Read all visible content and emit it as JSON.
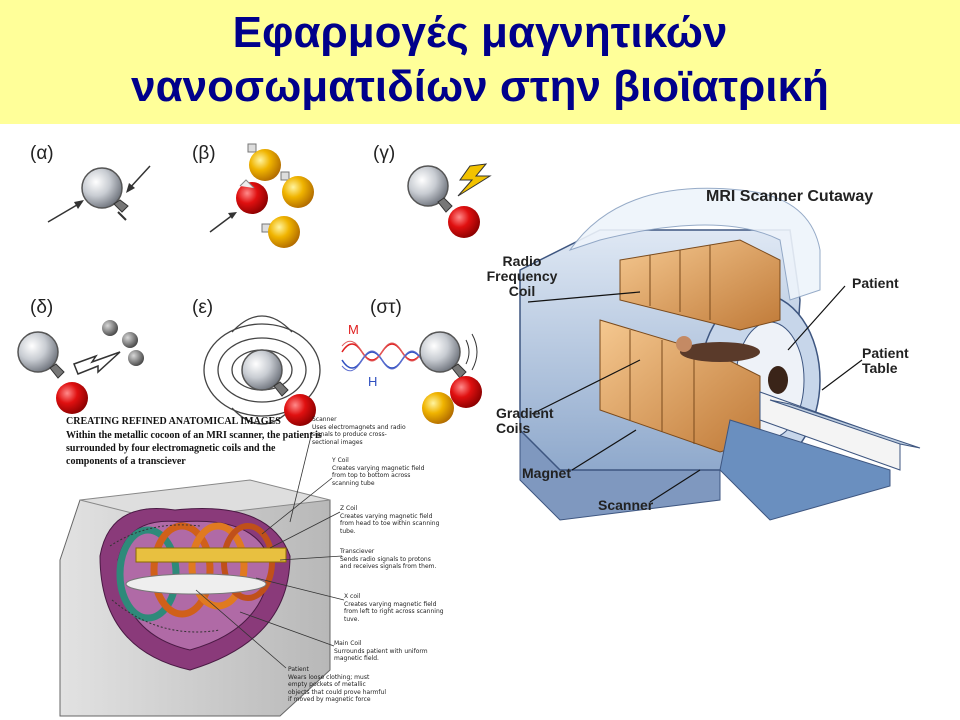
{
  "title": {
    "line1": "Εφαρμογές μαγνητικών",
    "line2": "νανοσωματιδίων στην βιοϊατρική"
  },
  "panels": [
    {
      "label": "(α)"
    },
    {
      "label": "(β)"
    },
    {
      "label": "(γ)"
    },
    {
      "label": "(δ)"
    },
    {
      "label": "(ε)"
    },
    {
      "label": "(στ)"
    }
  ],
  "wave_labels": {
    "m": "M",
    "h": "H"
  },
  "mri_cutaway": {
    "title": "MRI Scanner Cutaway",
    "labels": {
      "rf_coil": "Radio\nFrequency\nCoil",
      "patient": "Patient",
      "patient_table": "Patient\nTable",
      "gradient_coils": "Gradient\nCoils",
      "magnet": "Magnet",
      "scanner": "Scanner"
    }
  },
  "anatomical": {
    "title": "CREATING REFINED ANATOMICAL IMAGES",
    "body": "Within the metallic cocoon of an MRI scanner, the patient is surrounded by four electromagnetic coils and the components of a transciever",
    "notes": [
      {
        "name": "Scanner",
        "text": "Uses electromagnets and radio signals to produce cross-sectional images"
      },
      {
        "name": "Y Coil",
        "text": "Creates varying magnetic field from top to bottom across scanning tube"
      },
      {
        "name": "Z Coil",
        "text": "Creates varying magnetic field from head to toe within scanning tube."
      },
      {
        "name": "Transciever",
        "text": "Sends radio signals to protons and receives signals from them."
      },
      {
        "name": "X coil",
        "text": "Creates varying magnetic field from left to right across scanning tuve."
      },
      {
        "name": "Main Coil",
        "text": "Surrounds patient with uniform magnetic field."
      },
      {
        "name": "Patient",
        "text": "Wears loose clothing; must empty pockets of metallic objects that could prove harmful if moved by magnetic force"
      }
    ]
  },
  "colors": {
    "title_bg": "#ffff99",
    "title_text": "#00008b",
    "particle_gray": "#b8bcc4",
    "particle_red": "#e01010",
    "particle_gold": "#f0b400",
    "mri_blue": "#6a8fbf",
    "coil_orange": "#e0a060",
    "cocoon_purple": "#8a3a7a"
  }
}
